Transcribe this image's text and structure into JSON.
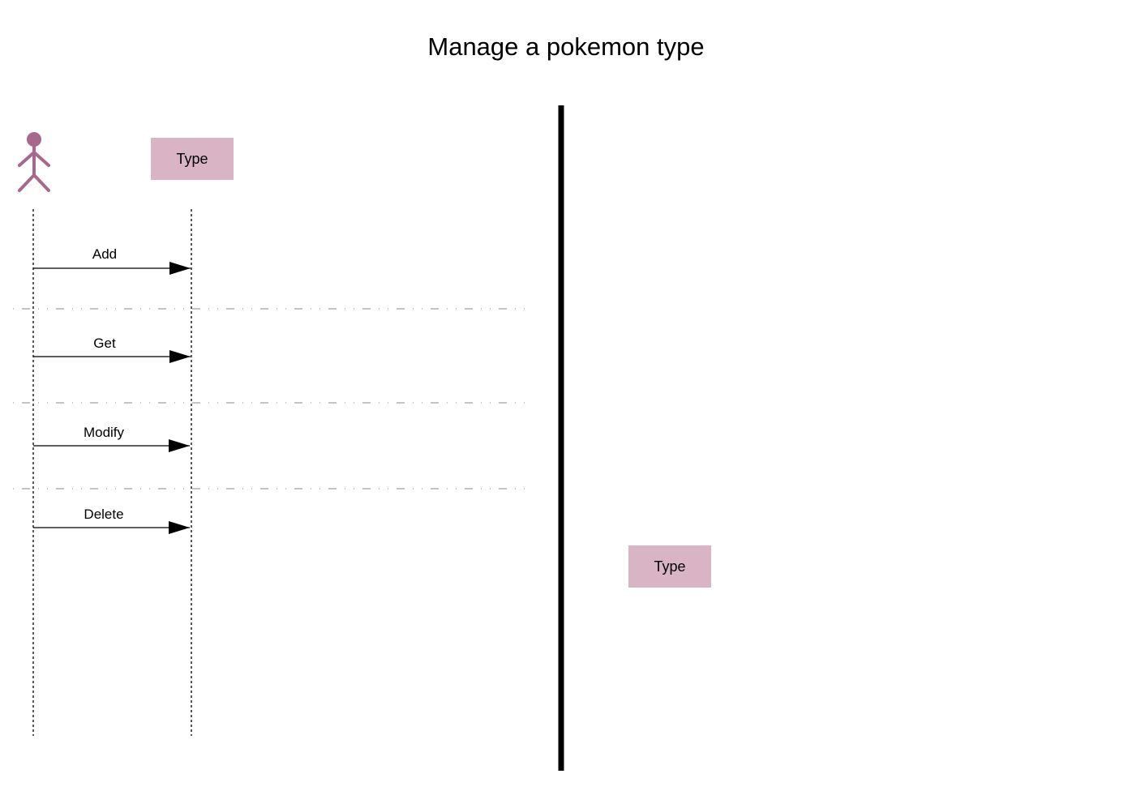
{
  "title": "Manage a pokemon type",
  "participants": {
    "actor_icon": "stick-figure-icon",
    "actor_color": "#a8688c",
    "object_label": "Type",
    "object_color": "#d8b4c4"
  },
  "messages": [
    {
      "label": "Add"
    },
    {
      "label": "Get"
    },
    {
      "label": "Modify"
    },
    {
      "label": "Delete"
    }
  ],
  "secondary_object": {
    "label": "Type"
  }
}
